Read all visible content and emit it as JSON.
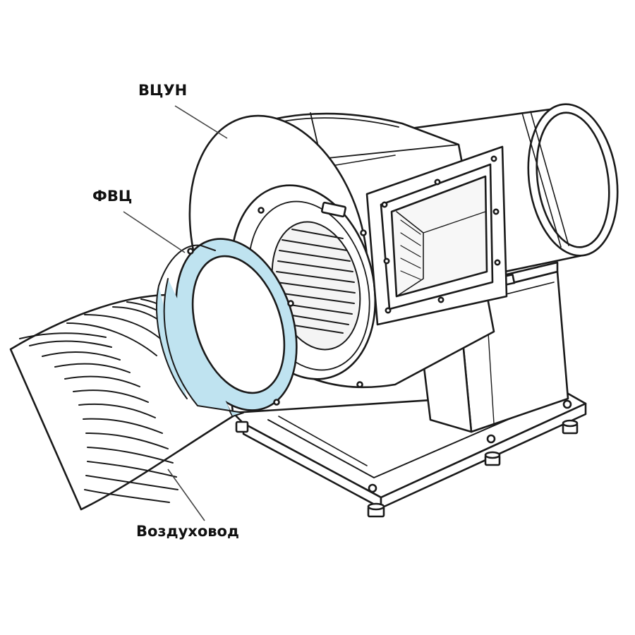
{
  "labels": {
    "fan_unit": "ВЦУН",
    "flange": "ФВЦ",
    "duct": "Воздуховод"
  },
  "colors": {
    "stroke": "#1a1a1a",
    "flange_fill": "#bfe3f0",
    "background": "#ffffff"
  }
}
